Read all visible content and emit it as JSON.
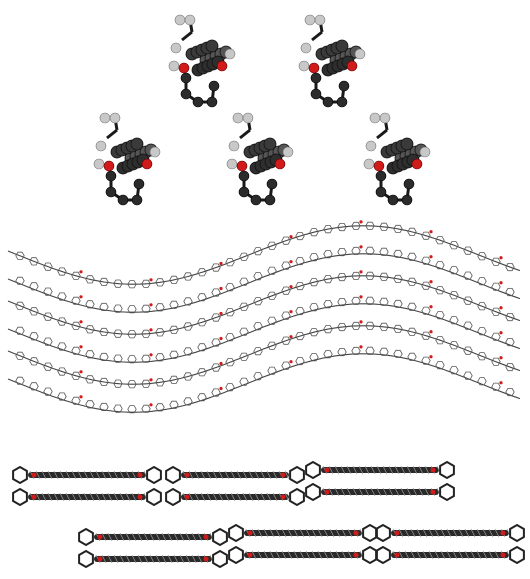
{
  "figure": {
    "panels": [
      "packing-columns",
      "wavy-layers",
      "stacked-dimers"
    ],
    "colors": {
      "carbon": "#2b2b2b",
      "hydrogen": "#c8c8c8",
      "oxygen": "#d11a1a",
      "bond": "#1a1a1a",
      "background": "#ffffff"
    }
  }
}
